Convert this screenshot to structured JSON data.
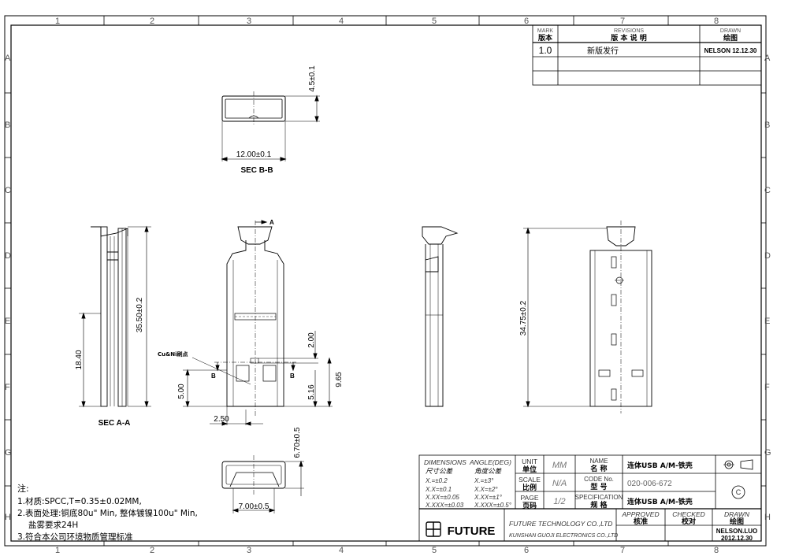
{
  "border": {
    "col_labels": [
      "1",
      "2",
      "3",
      "4",
      "5",
      "6",
      "7",
      "8"
    ],
    "row_labels_left": [
      "A",
      "B",
      "C",
      "D",
      "E",
      "F",
      "G",
      "H"
    ],
    "row_labels_right": [
      "A",
      "B",
      "C",
      "D",
      "E",
      "F",
      "G",
      "H"
    ]
  },
  "revisions": {
    "mark_en": "MARK",
    "mark_cn": "版本",
    "revisions_en": "REVISIONS",
    "revisions_cn": "版 本 说 明",
    "drawn_en": "DRAWN",
    "drawn_cn": "绘图",
    "row_mark": "1.0",
    "row_desc": "新版发行",
    "row_drawn": "NELSON 12.12.30"
  },
  "views": {
    "sec_bb": "SEC B-B",
    "sec_aa": "SEC A-A",
    "section_mark_a": "A",
    "section_mark_b": "B",
    "callout": "Cu&Ni刷点"
  },
  "dims": {
    "d_4_5": "4.5±0.1",
    "d_12_00": "12.00±0.1",
    "d_35_50": "35.50±0.2",
    "d_18_40": "18.40",
    "d_2_00": "2.00",
    "d_9_65": "9.65",
    "d_5_16": "5.16",
    "d_5_00": "5.00",
    "d_2_50": "2.50",
    "d_34_75": "34.75±0.2",
    "d_6_70": "6.70±0.5",
    "d_7_00": "7.00±0.5"
  },
  "notes": {
    "title": "注:",
    "n1": "1.材质:SPCC,T=0.35±0.02MM,",
    "n2": "2.表面处理:铜底80u\" Min, 整体镀镍100u\" Min,",
    "n2b": "盐雾要求24H",
    "n3": "3.符合本公司环境物质管理标准"
  },
  "title_block": {
    "dimensions_en": "DIMENSIONS",
    "dimensions_cn": "尺寸公差",
    "angle_en": "ANGLE(DEG)",
    "angle_cn": "角度公差",
    "tol_lin": [
      "X.=±0.2",
      "X.X=±0.1",
      "X.XX=±0.05",
      "X.XXX=±0.03"
    ],
    "tol_ang": [
      "X.=±3°",
      "X.X=±2°",
      "X.XX=±1°",
      "X.XXX=±0.5°"
    ],
    "unit_en": "UNIT",
    "unit_cn": "单位",
    "unit_val": "MM",
    "scale_en": "SCALE",
    "scale_cn": "比例",
    "scale_val": "N/A",
    "page_en": "PAGE",
    "page_cn": "页码",
    "page_val": "1/2",
    "name_en": "NAME",
    "name_cn": "名  称",
    "name_val": "连体USB A/M-铁壳",
    "code_en": "CODE No.",
    "code_cn": "型  号",
    "code_val": "020-006-672",
    "spec_en": "SPECIFICATION",
    "spec_cn": "规  格",
    "spec_val": "连体USB A/M-铁壳",
    "company_logo": "FUTURE",
    "company_en1": "FUTURE TECHNOLOGY CO.,LTD",
    "company_en2": "KUNSHAN GUOJI ELECTRONICS CO.,LTD",
    "approved_en": "APPROVED",
    "approved_cn": "核准",
    "checked_en": "CHECKED",
    "checked_cn": "校对",
    "drawn_en": "DRAWN",
    "drawn_cn": "绘图",
    "drawn_name": "NELSON.LUO",
    "drawn_date": "2012.12.30",
    "copyright": "C"
  }
}
